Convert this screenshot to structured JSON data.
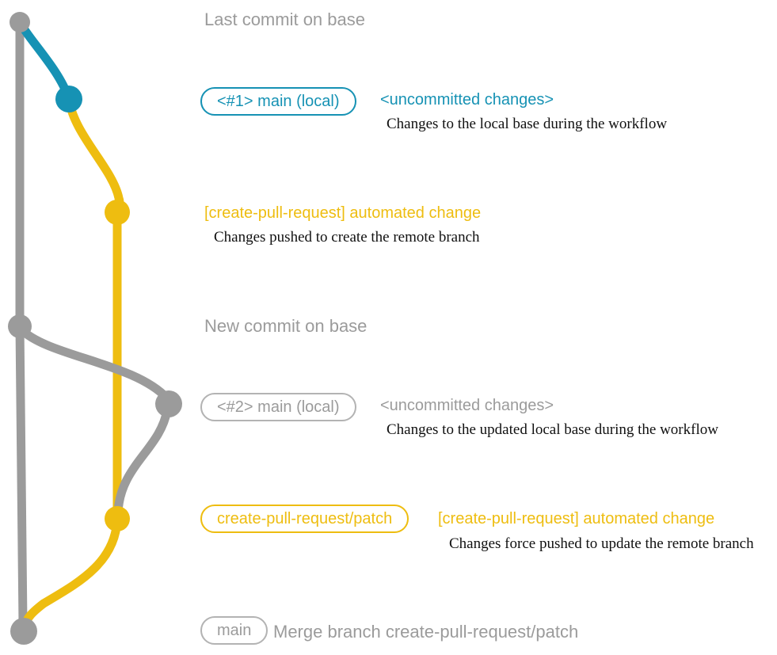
{
  "colors": {
    "gray": "#9b9b9b",
    "gray_light": "#b3b3b3",
    "blue": "#1692b4",
    "yellow": "#eebd10",
    "ink": "#111111"
  },
  "rows": {
    "last_commit": {
      "label": "Last commit on base"
    },
    "local1": {
      "badge": "<#1> main (local)",
      "status": "<uncommitted changes>",
      "desc": "Changes to the local base during the workflow"
    },
    "push1": {
      "title": "[create-pull-request] automated change",
      "desc": "Changes pushed to create the remote branch"
    },
    "new_commit": {
      "label": "New commit on base"
    },
    "local2": {
      "badge": "<#2> main (local)",
      "status": "<uncommitted changes>",
      "desc": "Changes to the updated local base during the workflow"
    },
    "push2": {
      "badge": "create-pull-request/patch",
      "title": "[create-pull-request] automated change",
      "desc": "Changes force pushed to update the remote branch"
    },
    "merge": {
      "badge": "main",
      "title": "Merge branch create-pull-request/patch"
    }
  }
}
